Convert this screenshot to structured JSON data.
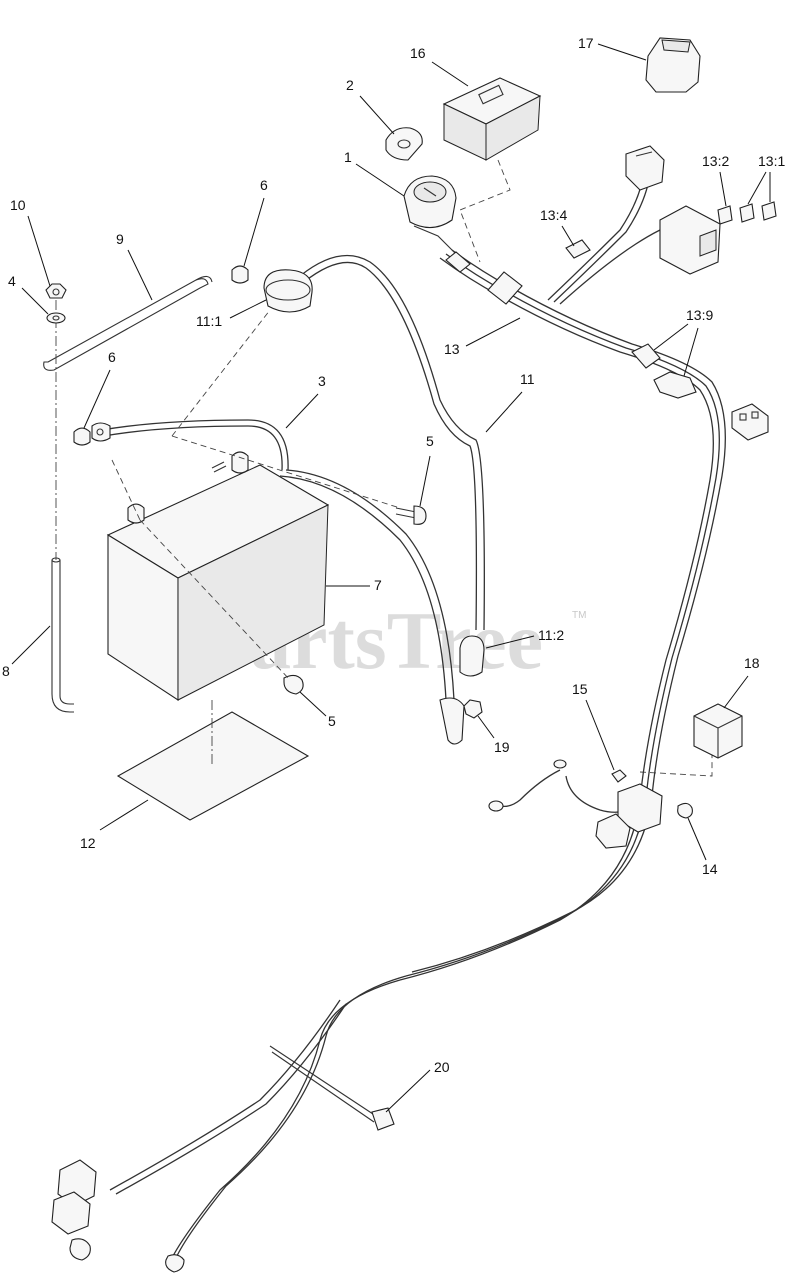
{
  "watermark": {
    "text": "PartsTree",
    "tm": "TM"
  },
  "callouts": {
    "c1": "1",
    "c2": "2",
    "c3": "3",
    "c4": "4",
    "c5a": "5",
    "c5b": "5",
    "c6a": "6",
    "c6b": "6",
    "c7": "7",
    "c8": "8",
    "c9": "9",
    "c10": "10",
    "c11": "11",
    "c11_1": "11:1",
    "c11_2": "11:2",
    "c12": "12",
    "c13": "13",
    "c13_1": "13:1",
    "c13_2": "13:2",
    "c13_4": "13:4",
    "c13_9": "13:9",
    "c14": "14",
    "c15": "15",
    "c16": "16",
    "c17": "17",
    "c18": "18",
    "c19": "19",
    "c20": "20"
  }
}
